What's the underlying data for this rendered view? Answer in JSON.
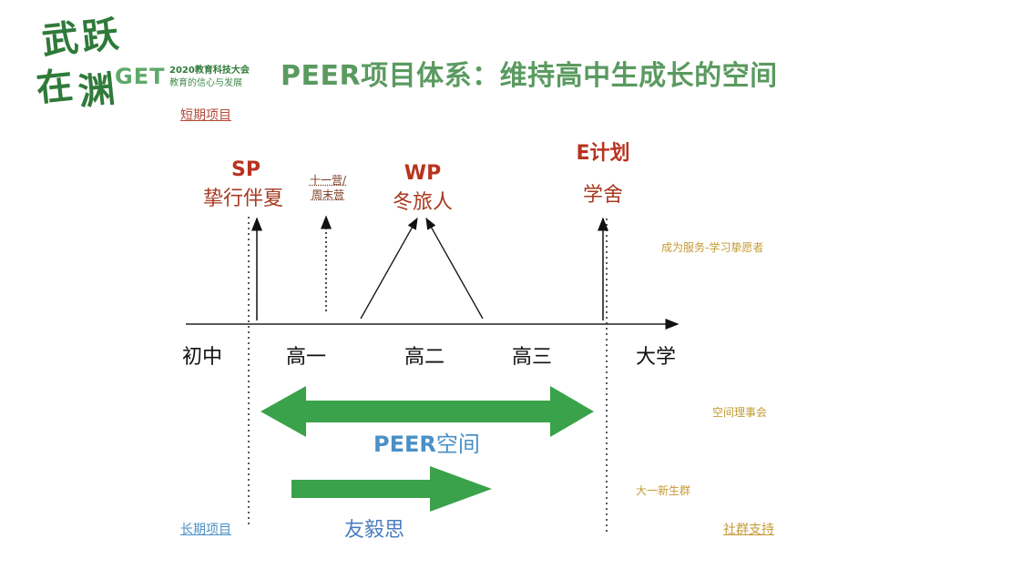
{
  "logo": {
    "calligraphy": [
      "武",
      "跃",
      "在",
      "渊"
    ],
    "mark": "GET",
    "event": "2020教育科技大会",
    "slogan": "教育的信心与发展"
  },
  "title": "PEER项目体系：维持高中生成长的空间",
  "short_term_label": "短期项目",
  "long_term_label": "长期项目",
  "community_label": "社群支持",
  "programs": {
    "sp": {
      "code": "SP",
      "name": "挚行伴夏"
    },
    "camp": {
      "line1": "十一营/",
      "line2": "周末营"
    },
    "wp": {
      "code": "WP",
      "name": "冬旅人"
    },
    "e": {
      "code": "E计划",
      "name": "学舍"
    }
  },
  "stages": [
    "初中",
    "高一",
    "高二",
    "高三",
    "大学"
  ],
  "notes": {
    "volunteer": "成为服务-学习挚愿者",
    "council": "空间理事会",
    "freshman": "大一新生群"
  },
  "space": {
    "latin": "PEER",
    "cn": "空间"
  },
  "youyisi": "友毅思",
  "colors": {
    "title_green": "#5a9a60",
    "arrow_green": "#3aa24a",
    "program_red": "#b8331f",
    "link_blue": "#4a90c6",
    "note_gold": "#c49a35"
  }
}
